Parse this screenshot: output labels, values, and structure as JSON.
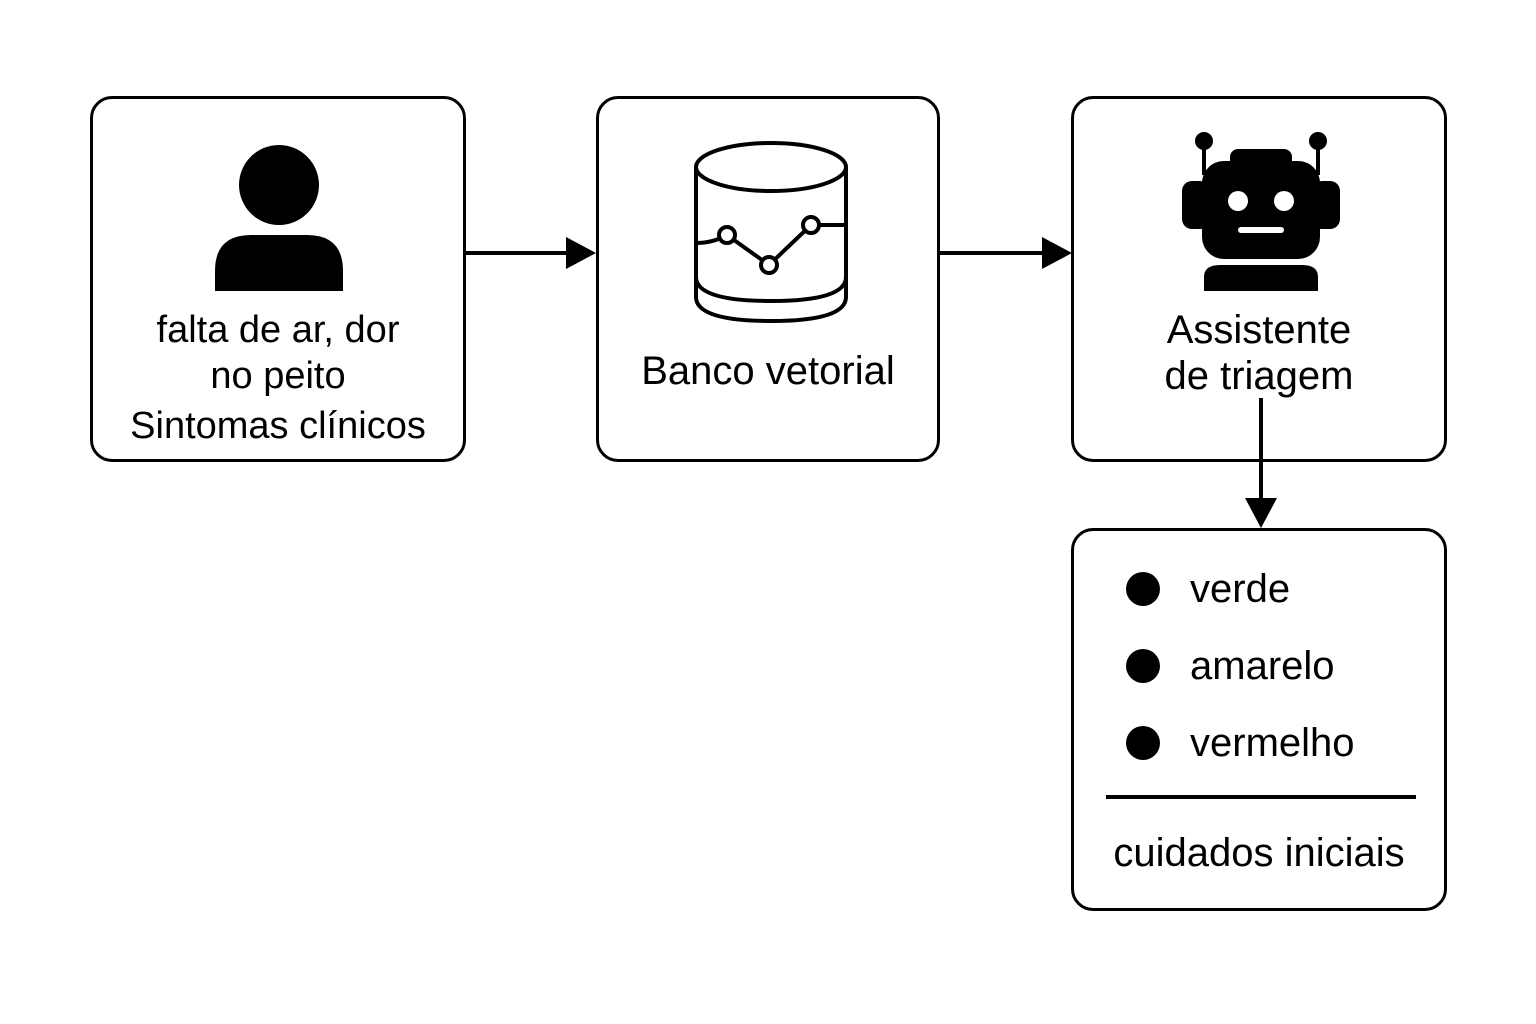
{
  "symptoms_box": {
    "detail_line1": "falta de ar, dor",
    "detail_line2": "no peito",
    "title": "Sintomas clínicos",
    "icon": "person-icon"
  },
  "vector_box": {
    "title": "Banco vetorial",
    "icon": "database-icon"
  },
  "assistant_box": {
    "title_line1": "Assistente",
    "title_line2": "de triagem",
    "icon": "robot-icon"
  },
  "result_box": {
    "items": [
      {
        "label": "verde"
      },
      {
        "label": "amarelo"
      },
      {
        "label": "vermelho"
      }
    ],
    "footer": "cuidados iniciais"
  }
}
